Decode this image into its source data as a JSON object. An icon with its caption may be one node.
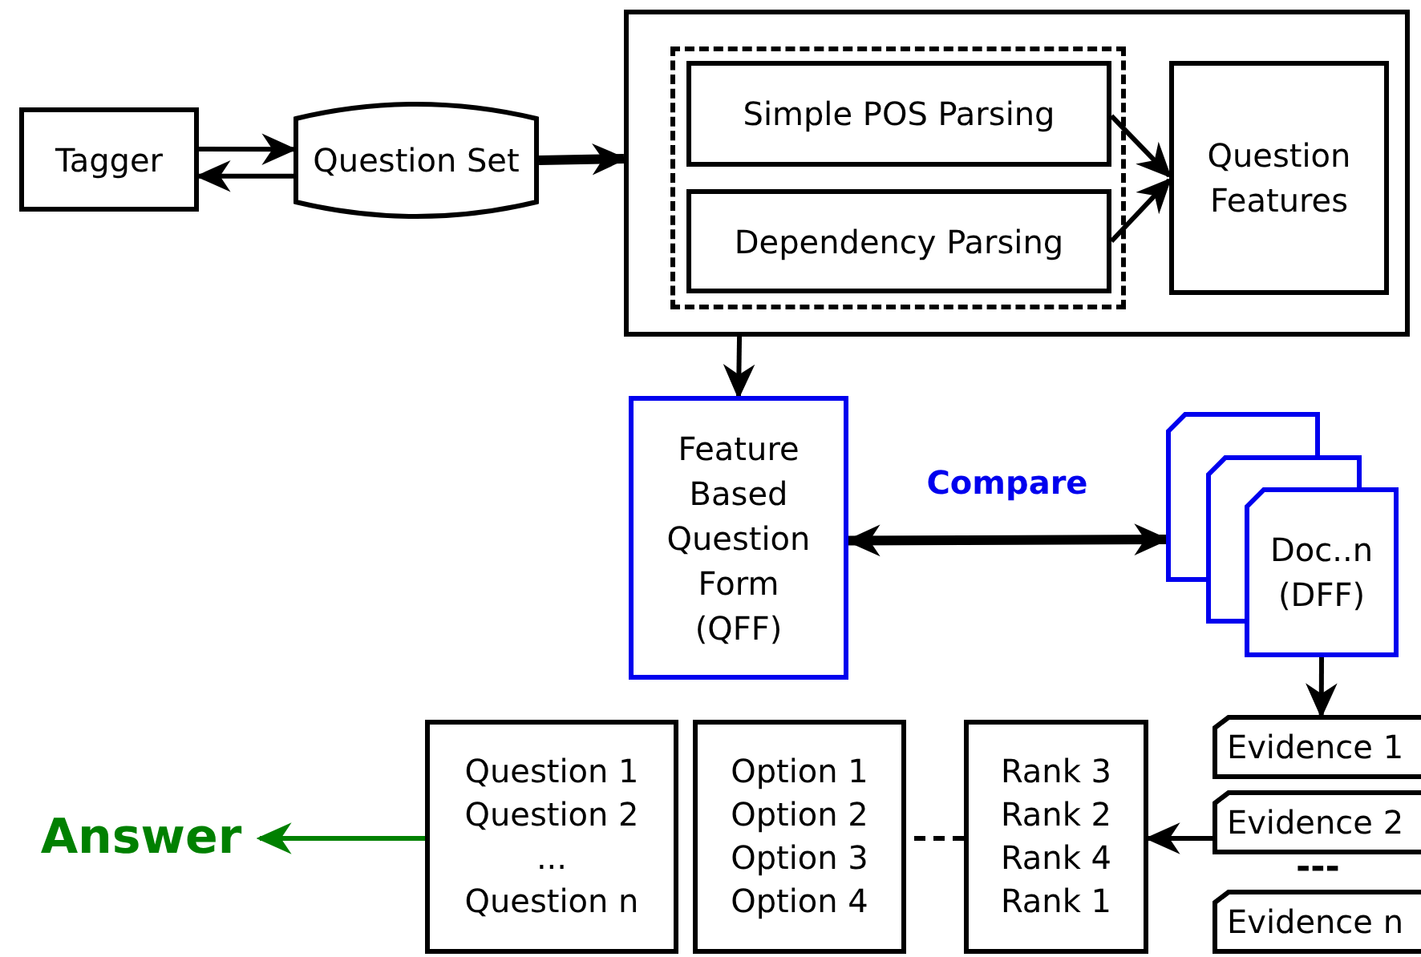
{
  "diagram": {
    "nodes": [
      {
        "text": [
          "Tagger"
        ]
      },
      {
        "text": [
          "Question Set"
        ]
      },
      {
        "text": [],
        "shape": "box"
      },
      {
        "text": [],
        "shape": "box",
        "in": 2
      },
      {
        "text": [
          "Simple POS Parsing"
        ],
        "in": 3
      },
      {
        "text": [
          "Dependency Parsing"
        ],
        "in": 3
      },
      {
        "text": [
          "Question Features"
        ],
        "in": 2
      },
      {
        "text": [
          "Feature Based Question Form (QFF)"
        ]
      },
      {
        "text": [],
        "shape": "box"
      },
      {
        "text": [],
        "shape": "box"
      },
      {
        "text": [
          "Doc..n (DFF)"
        ]
      },
      {
        "text": [
          "Evidence 1"
        ]
      },
      {
        "text": [
          "Evidence 2"
        ]
      },
      {
        "text": [
          "Evidence n"
        ]
      },
      {
        "text": [
          "Rank 3",
          "Rank 2",
          "Rank 4",
          "Rank 1"
        ]
      },
      {
        "text": [
          "Option 1",
          "Option 2",
          "Option 3",
          "Option 4"
        ]
      },
      {
        "text": [
          "Question 1",
          "Question 2",
          "...",
          "Question n"
        ]
      },
      {
        "text": [
          "Answer"
        ]
      }
    ],
    "edges": [
      {
        "from": 0,
        "to": 1,
        "arrow": "to"
      },
      {
        "from": 1,
        "to": 0,
        "arrow": "to"
      },
      {
        "from": 1,
        "to": 2,
        "arrow": "to",
        "style": "thick"
      },
      {
        "from": 4,
        "to": 6,
        "arrow": "to"
      },
      {
        "from": 5,
        "to": 6,
        "arrow": "to"
      },
      {
        "from": 2,
        "to": 7,
        "arrow": "to"
      },
      {
        "from": 7,
        "to": 8,
        "arrow": "both",
        "style": "thick",
        "label": "Compare"
      },
      {
        "from": 10,
        "to": 11,
        "arrow": "to"
      },
      {
        "from": 12,
        "to": 14,
        "arrow": "to"
      },
      {
        "from": 14,
        "to": 15,
        "arrow": "none",
        "style": "dashed"
      },
      {
        "from": 16,
        "to": 17,
        "arrow": "to",
        "color": "#008000"
      }
    ],
    "labels": [
      "---"
    ]
  }
}
